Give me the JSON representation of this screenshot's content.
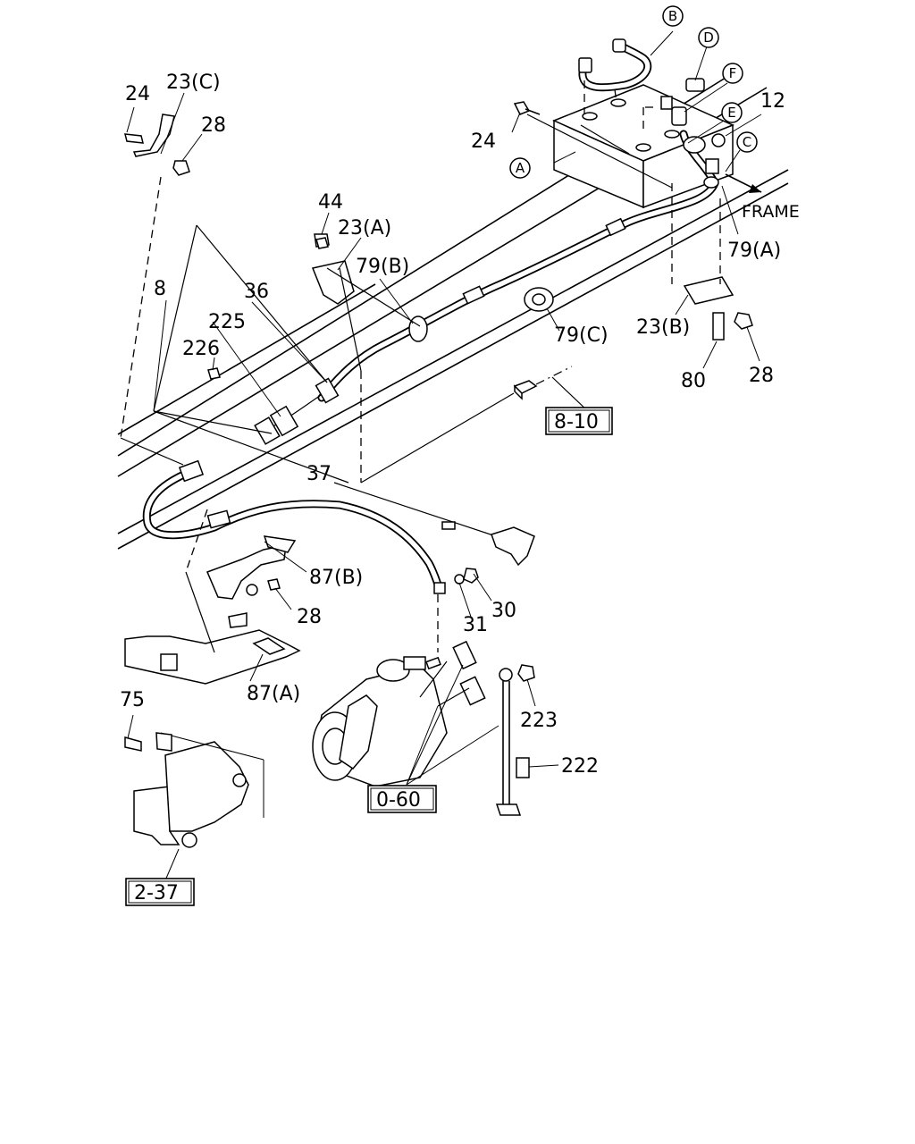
{
  "labels": {
    "l24_top": "24",
    "l23c": "23(C)",
    "l28_top": "28",
    "l44": "44",
    "l23a": "23(A)",
    "l8": "8",
    "l36": "36",
    "l225": "225",
    "l79b": "79(B)",
    "l226": "226",
    "l37": "37",
    "l87b": "87(B)",
    "l28_mid": "28",
    "l31": "31",
    "l30": "30",
    "l87a": "87(A)",
    "l75": "75",
    "l223": "223",
    "l222": "222",
    "l24_right": "24",
    "l12": "12",
    "l79a": "79(A)",
    "l79c": "79(C)",
    "l23b": "23(B)",
    "l80": "80",
    "l28_right": "28",
    "frame": "FRAME"
  },
  "callouts": {
    "a": "A",
    "b": "B",
    "c": "C",
    "d": "D",
    "e": "E",
    "f": "F"
  },
  "refs": {
    "r810": "8-10",
    "r060": "0-60",
    "r237": "2-37"
  }
}
